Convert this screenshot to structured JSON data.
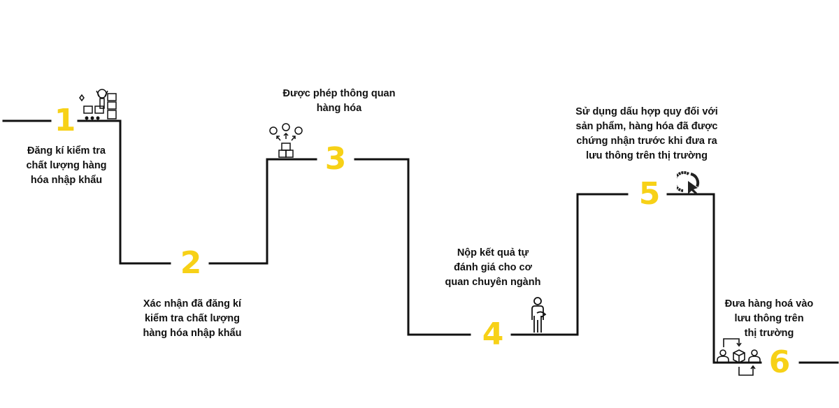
{
  "colors": {
    "accent": "#f7d117",
    "line": "#111111"
  },
  "steps": [
    {
      "number": "1",
      "label": "Đăng kí kiểm tra\nchất lượng hàng\nhóa nhập khẩu",
      "icon": "warehouse-worker-boxes-icon"
    },
    {
      "number": "2",
      "label": "Xác nhận đã đăng kí\nkiểm tra chất lượng\nhàng hóa nhập khẩu",
      "icon": ""
    },
    {
      "number": "3",
      "label": "Được phép thông quan\nhàng hóa",
      "icon": "box-distribution-icon"
    },
    {
      "number": "4",
      "label": "Nộp kết quả tự\nđánh giá cho cơ\nquan chuyên ngành",
      "icon": "person-icon"
    },
    {
      "number": "5",
      "label": "Sử dụng dấu hợp quy đối với\nsản phẩm, hàng hóa đã được\nchứng nhận trước khi đưa ra\nlưu thông trên thị trường",
      "icon": "quality-mark-icon"
    },
    {
      "number": "6",
      "label": "Đưa hàng hoá vào\nlưu thông trên\nthị trường",
      "icon": "exchange-people-box-icon"
    }
  ]
}
